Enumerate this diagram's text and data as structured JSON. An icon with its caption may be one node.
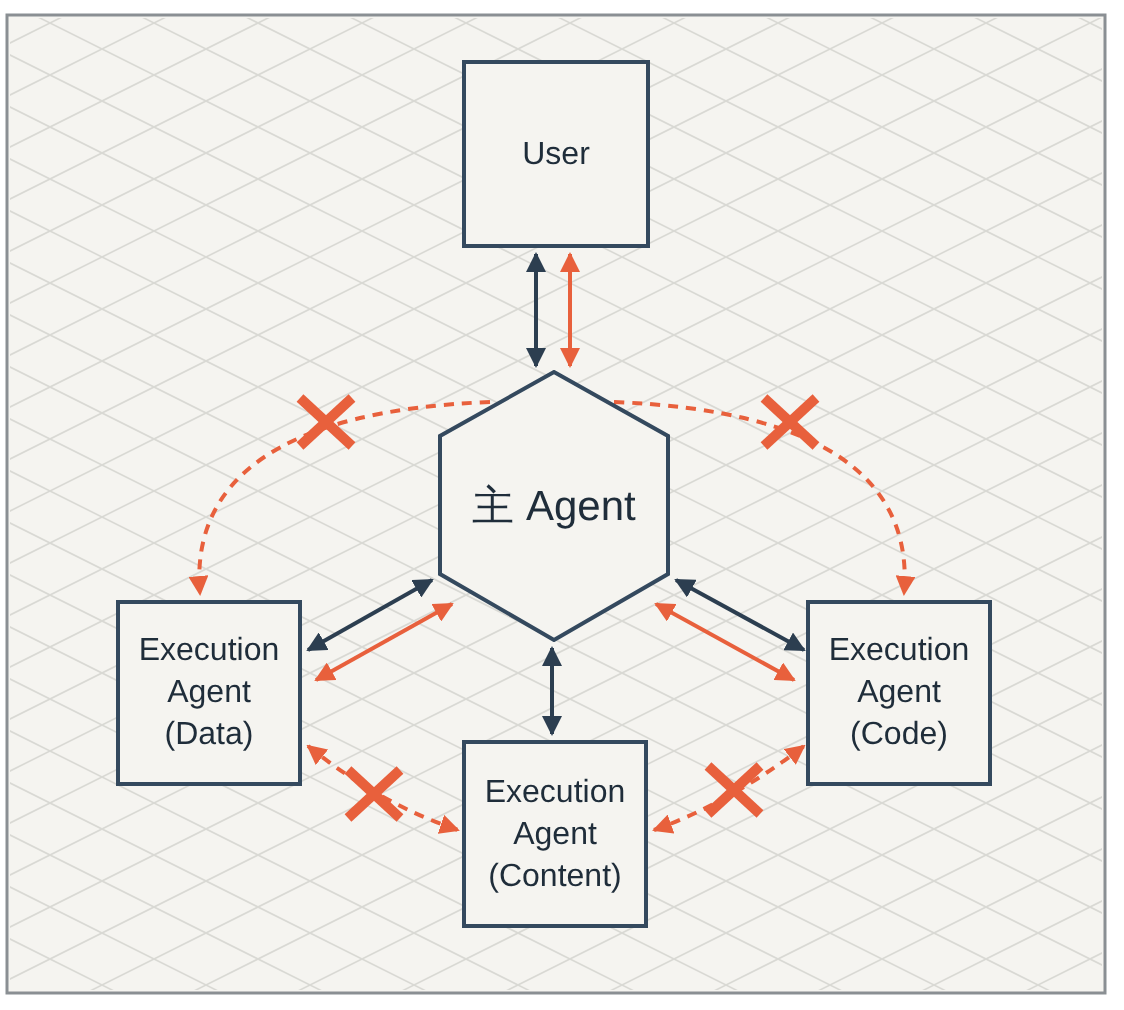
{
  "diagram": {
    "nodes": [
      {
        "text": [
          "User"
        ]
      },
      {
        "text": [
          "主 Agent"
        ]
      },
      {
        "text": [
          "Execution Agent (Data)"
        ]
      },
      {
        "text": [
          "Execution Agent (Code)"
        ]
      },
      {
        "text": [
          "Execution Agent (Content)"
        ]
      }
    ],
    "edges": [
      {
        "from": 0,
        "to": 1,
        "arrow": "both",
        "color": "#2c3e50"
      },
      {
        "from": 0,
        "to": 1,
        "arrow": "both"
      },
      {
        "from": 1,
        "to": 2,
        "arrow": "both",
        "color": "#2c3e50"
      },
      {
        "from": 1,
        "to": 2,
        "arrow": "both"
      },
      {
        "from": 1,
        "to": 3,
        "arrow": "both",
        "color": "#2c3e50"
      },
      {
        "from": 1,
        "to": 3,
        "arrow": "both"
      },
      {
        "from": 1,
        "to": 4,
        "arrow": "both",
        "color": "#2c3e50"
      },
      {
        "from": 1,
        "to": 2,
        "arrow": "to",
        "style": "dashed"
      },
      {
        "from": 1,
        "to": 3,
        "arrow": "to",
        "style": "dashed"
      },
      {
        "from": 2,
        "to": 4,
        "arrow": "both",
        "style": "dashed"
      },
      {
        "from": 4,
        "to": 3,
        "arrow": "both",
        "style": "dashed"
      }
    ]
  }
}
